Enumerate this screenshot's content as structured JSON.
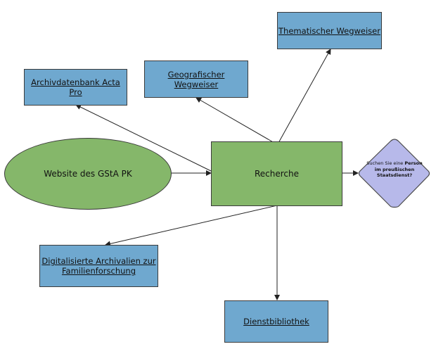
{
  "nodes": {
    "acta_pro": "Archivdatenbank Acta Pro",
    "geo": "Geografischer Wegweiser",
    "thematic": "Thematischer Wegweiser",
    "website": "Website des GStA PK",
    "recherche": "Recherche",
    "digital_line1": "Digitalisierte Archivalien zur",
    "digital_line2": "Familienforschung",
    "library": "Dienstbibliothek",
    "question": {
      "part1": "Suchen Sie eine ",
      "part2": "Person",
      "part3": " im preußischen",
      "part4": "Staatsdienst?"
    }
  },
  "colors": {
    "blue_box": "#6fa8cf",
    "green_box": "#85b76a",
    "diamond": "#b7b9ea",
    "border": "#3b3b3b"
  }
}
